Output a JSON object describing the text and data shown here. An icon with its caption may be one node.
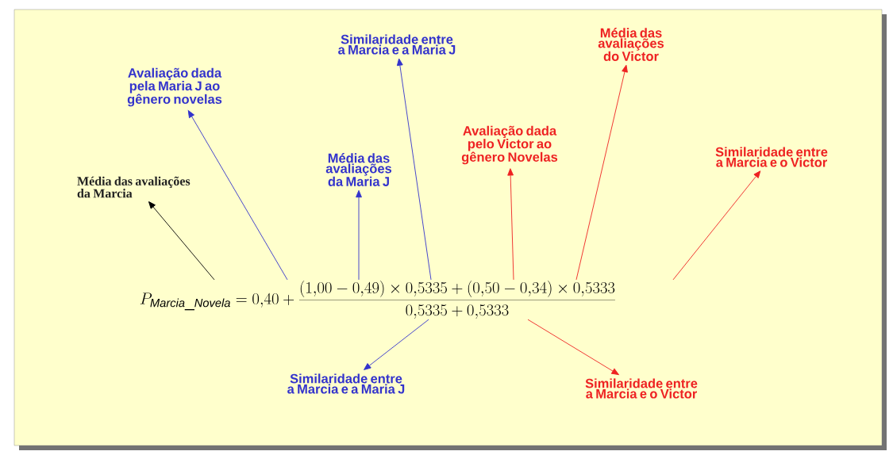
{
  "diagram": {
    "nodes": [
      {
        "text": [
          "P_{\\mathit{Marcia\\_Novela}} = 0{,}40 + \\frac{(1{,}00 - 0{,}49)\\times 0{,}5335 + (0{,}50 - 0{,}34)\\times 0{,}5333}{0{,}5335 + 0{,}5333}"
        ]
      },
      {
        "text": [
          "Média das avaliações da Marcia"
        ]
      },
      {
        "text": [
          "Avaliação dada pela Maria J ao gênero novelas"
        ]
      },
      {
        "text": [
          "Média das avaliações da Maria J"
        ]
      },
      {
        "text": [
          "Similaridade entre a Marcia e a Maria J"
        ]
      },
      {
        "text": [
          "Avaliação dada pelo Victor ao gênero Novelas"
        ]
      },
      {
        "text": [
          "Média das avaliações do Victor"
        ]
      },
      {
        "text": [
          "Similaridade entre a Marcia e o Victor"
        ]
      },
      {
        "text": [
          "Similaridade entre a Marcia e a Maria J"
        ]
      },
      {
        "text": [
          "Similaridade entre a Marcia e o Victor"
        ]
      }
    ],
    "edges": [
      {
        "from": 0,
        "to": 1,
        "arrow": "to",
        "color": "#000000"
      },
      {
        "from": 0,
        "to": 2,
        "arrow": "to",
        "color": "#3333cc"
      },
      {
        "from": 0,
        "to": 3,
        "arrow": "to",
        "color": "#3333cc"
      },
      {
        "from": 0,
        "to": 4,
        "arrow": "to",
        "color": "#3333cc"
      },
      {
        "from": 0,
        "to": 5,
        "arrow": "to",
        "color": "#ee2222"
      },
      {
        "from": 0,
        "to": 6,
        "arrow": "to",
        "color": "#ee2222"
      },
      {
        "from": 0,
        "to": 7,
        "arrow": "to",
        "color": "#ee2222"
      },
      {
        "from": 0,
        "to": 8,
        "arrow": "to",
        "color": "#3333cc"
      },
      {
        "from": 0,
        "to": 9,
        "arrow": "to",
        "color": "#ee2222"
      }
    ]
  }
}
